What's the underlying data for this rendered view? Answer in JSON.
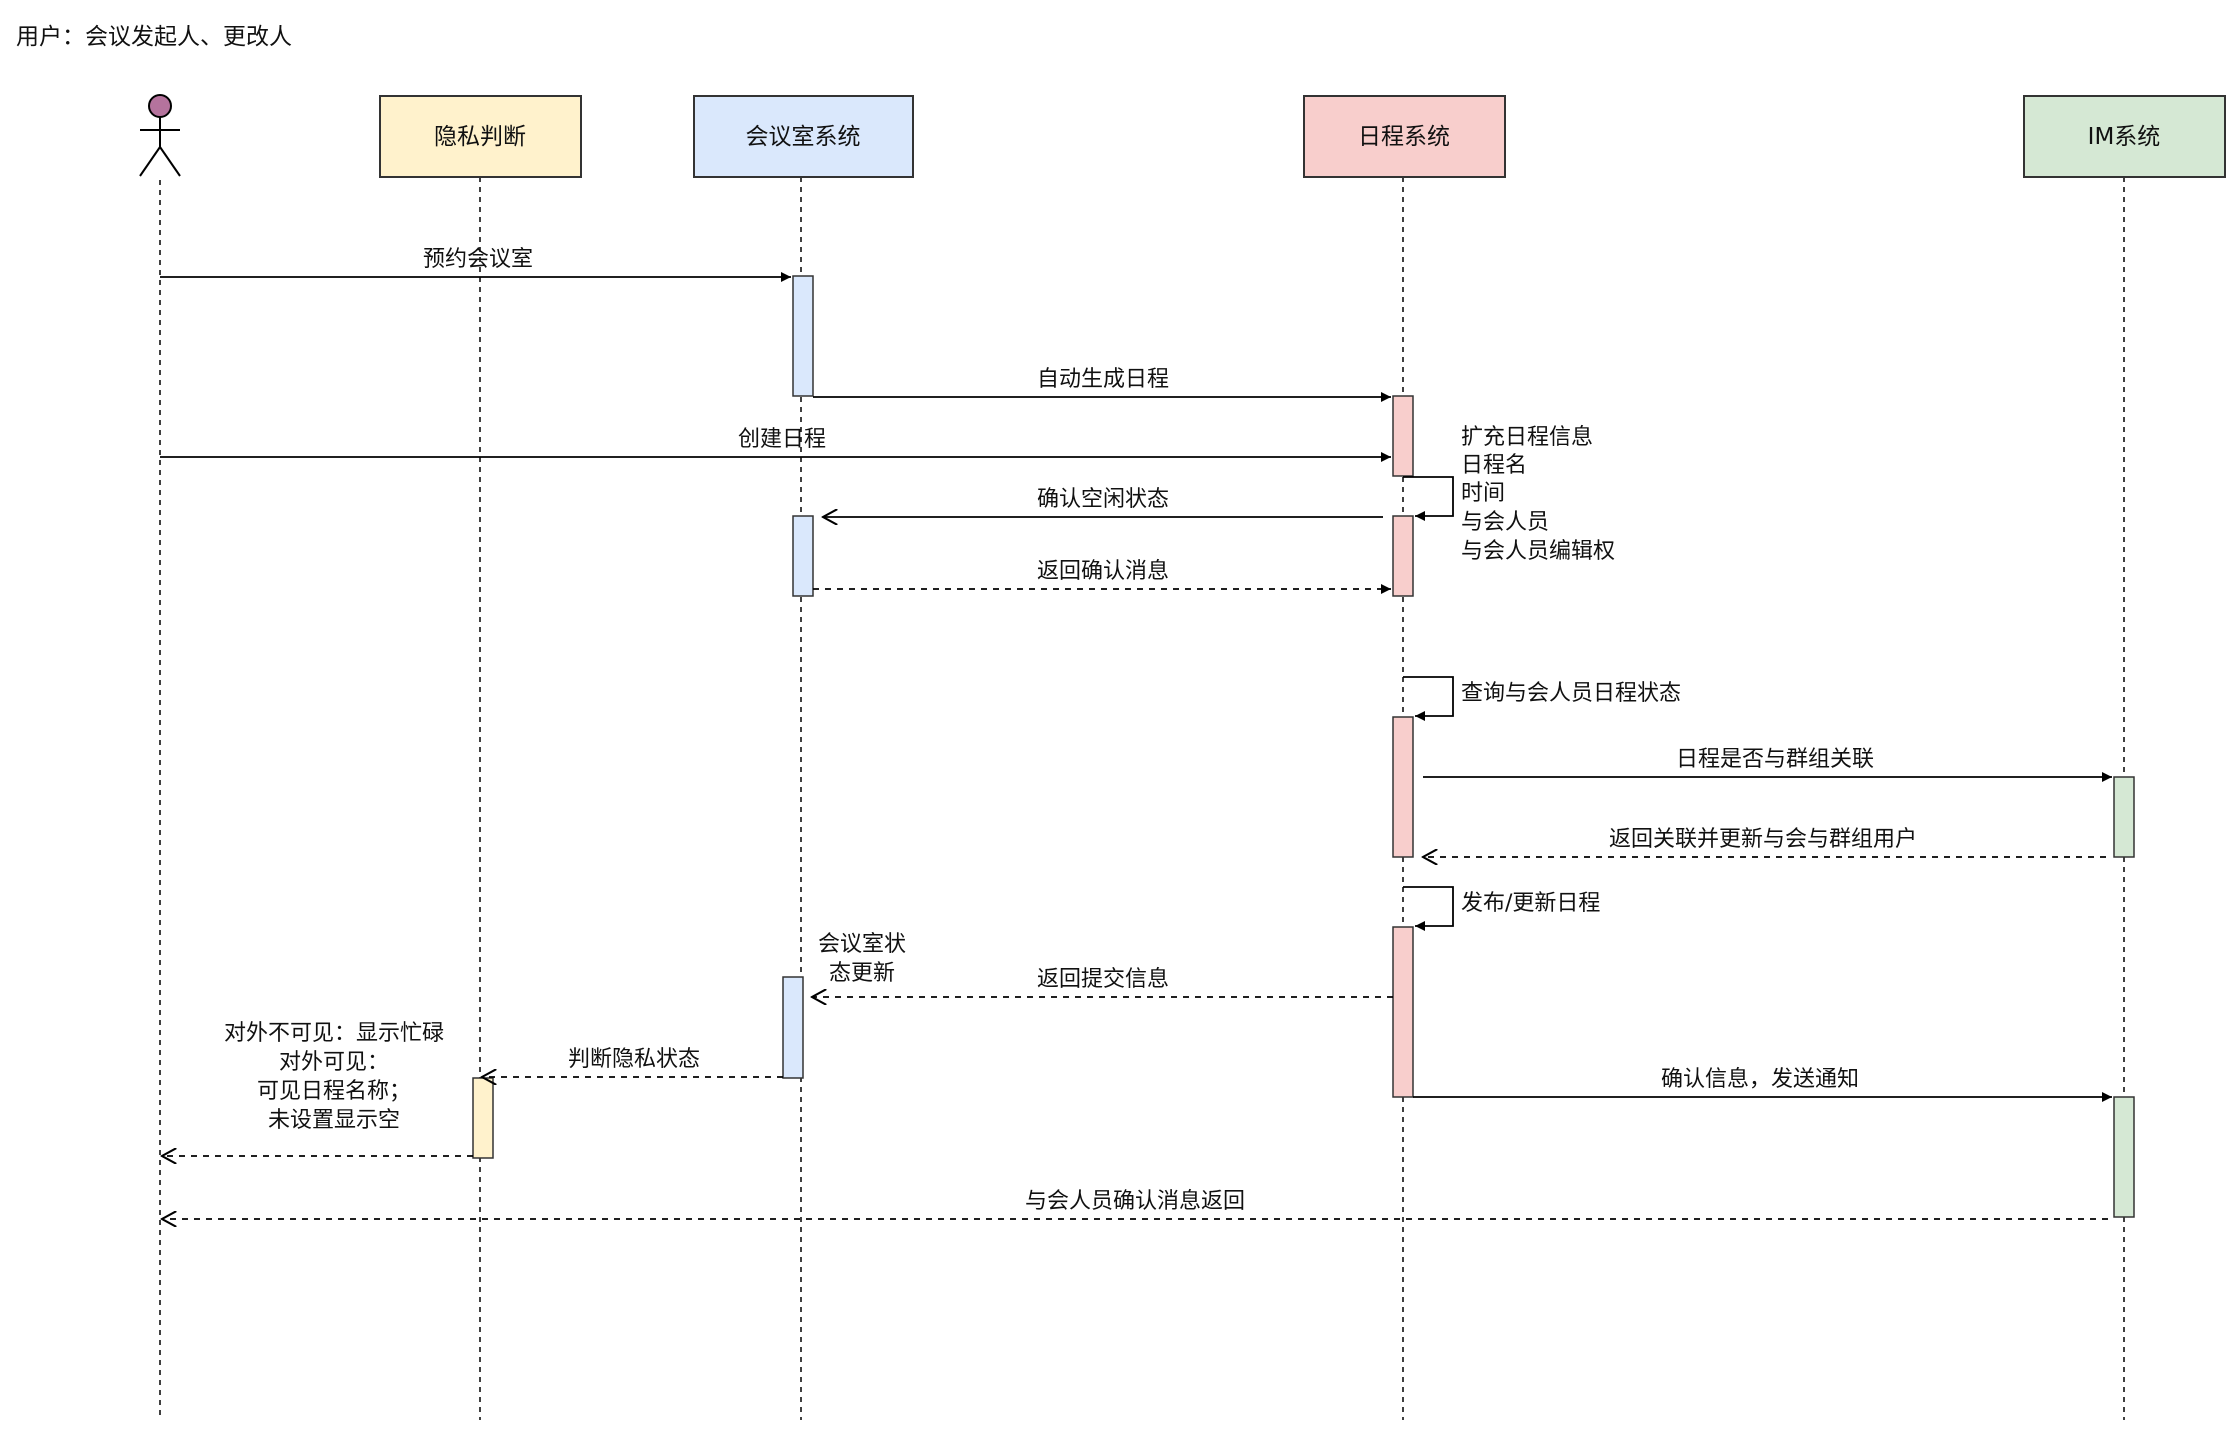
{
  "caption": "用户：会议发起人、更改人",
  "participants": {
    "user": {
      "name": "",
      "head_color": "#b5739d"
    },
    "privacy": {
      "name": "隐私判断",
      "fill": "#fff2cc",
      "stroke": "#333333"
    },
    "room": {
      "name": "会议室系统",
      "fill": "#dae8fc",
      "stroke": "#333333"
    },
    "schedule": {
      "name": "日程系统",
      "fill": "#f8cecc",
      "stroke": "#333333"
    },
    "im": {
      "name": "IM系统",
      "fill": "#d5e8d4",
      "stroke": "#333333"
    }
  },
  "messages": {
    "m1": "预约会议室",
    "m2": "自动生成日程",
    "m3": "创建日程",
    "m4": "确认空闲状态",
    "m5": "返回确认消息",
    "m6": "日程是否与群组关联",
    "m7": "返回关联并更新与会与群组用户",
    "m8": "返回提交信息",
    "m9": "判断隐私状态",
    "m10": "确认信息，发送通知",
    "m11": "与会人员确认消息返回"
  },
  "self_calls": {
    "s1": "扩充日程信息",
    "s2": "查询与会人员日程状态",
    "s3": "发布/更新日程"
  },
  "notes": {
    "schedule_info": [
      "日程名",
      "时间",
      "与会人员",
      "与会人员编辑权"
    ],
    "room_status": [
      "会议室状",
      "态更新"
    ],
    "privacy_rules": [
      "对外不可见：显示忙碌",
      "对外可见：",
      "可见日程名称；",
      "未设置显示空"
    ]
  }
}
